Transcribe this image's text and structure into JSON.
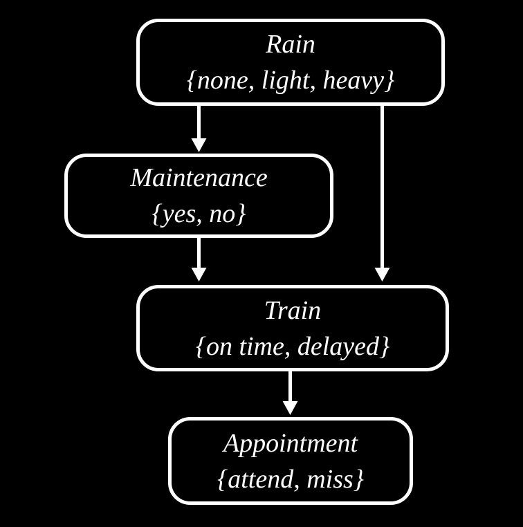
{
  "diagram": {
    "type": "bayesian-network",
    "colors": {
      "background": "#000000",
      "node_fill": "#000000",
      "node_border": "#ffffff",
      "text": "#ffffff",
      "arrow": "#ffffff"
    },
    "nodes": [
      {
        "name": "Rain",
        "domain": "{none, light, heavy}"
      },
      {
        "name": "Maintenance",
        "domain": "{yes, no}"
      },
      {
        "name": "Train",
        "domain": "{on time, delayed}"
      },
      {
        "name": "Appointment",
        "domain": "{attend, miss}"
      }
    ],
    "edges": [
      {
        "from": "Rain",
        "to": "Maintenance"
      },
      {
        "from": "Rain",
        "to": "Train"
      },
      {
        "from": "Maintenance",
        "to": "Train"
      },
      {
        "from": "Train",
        "to": "Appointment"
      }
    ]
  }
}
